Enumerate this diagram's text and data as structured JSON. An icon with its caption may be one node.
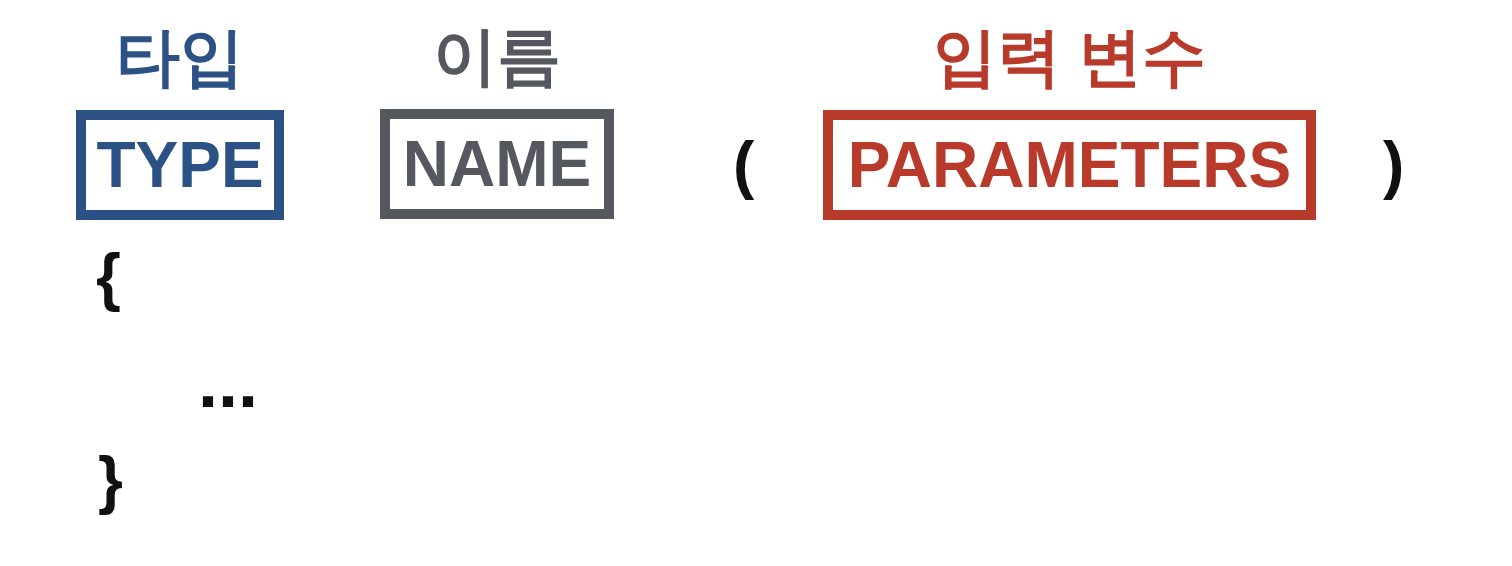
{
  "diagram": {
    "nodes": [
      {
        "text": [
          "타입",
          "TYPE"
        ]
      },
      {
        "text": [
          "이름",
          "NAME"
        ]
      },
      {
        "text": [
          "입력 변수",
          "PARAMETERS"
        ]
      }
    ],
    "labels": [
      "(",
      ")",
      "{",
      "...",
      "}"
    ]
  }
}
